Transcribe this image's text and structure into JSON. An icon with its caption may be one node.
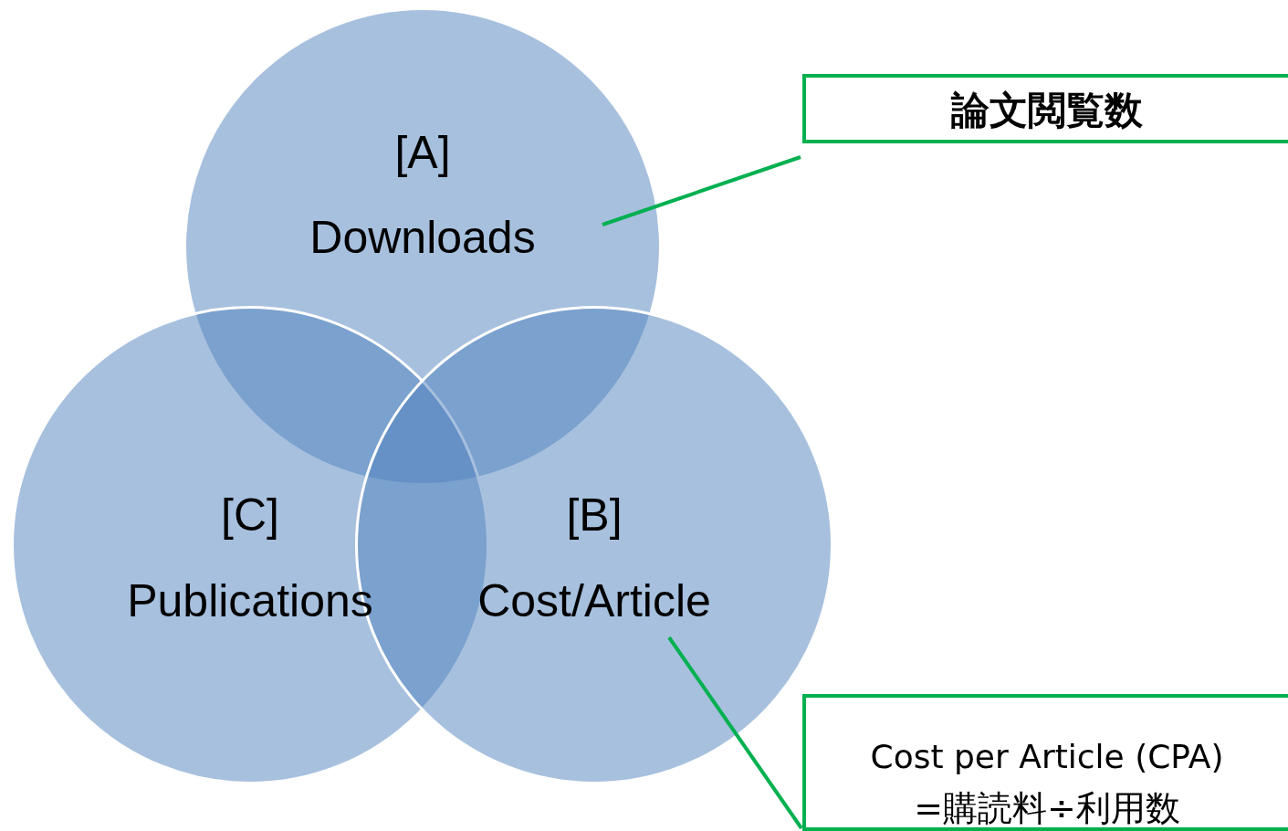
{
  "diagram": {
    "nodes": [
      {
        "text": [
          "[A]",
          "Downloads"
        ]
      },
      {
        "text": [
          "[C]",
          "Publications"
        ]
      },
      {
        "text": [
          "[B]",
          "Cost/Article"
        ]
      },
      {
        "text": [
          "論文閲覧数"
        ]
      },
      {
        "text": [
          "Cost per Article (CPA)",
          "=購読料÷利用数"
        ]
      }
    ],
    "edges": [
      {
        "from": 3,
        "to": 0,
        "arrow": "none"
      },
      {
        "from": 4,
        "to": 2,
        "arrow": "none"
      }
    ]
  }
}
